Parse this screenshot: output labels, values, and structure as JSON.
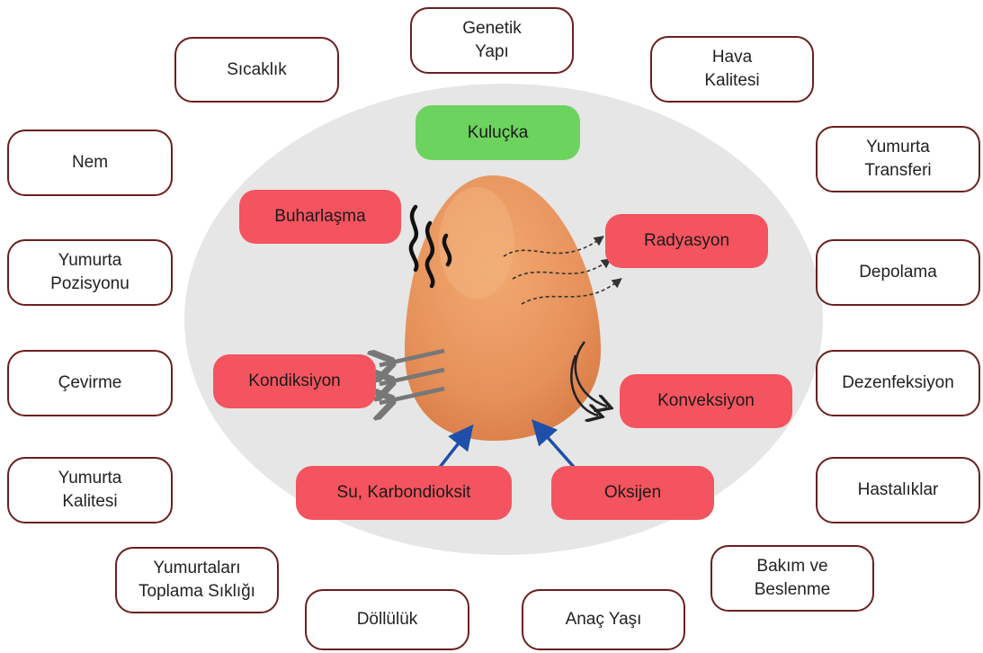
{
  "center_label": "Kuluçka",
  "processes": {
    "evaporation": "Buharlaşma",
    "radiation": "Radyasyon",
    "conduction": "Kondiksiyon",
    "convection": "Konveksiyon",
    "water_co2": "Su, Karbondioksit",
    "oxygen": "Oksijen"
  },
  "factors": {
    "genetic": "Genetik\nYapı",
    "temperature": "Sıcaklık",
    "air_quality": "Hava\nKalitesi",
    "humidity": "Nem",
    "egg_transfer": "Yumurta\nTransferi",
    "egg_position": "Yumurta\nPozisyonu",
    "storage": "Depolama",
    "turning": "Çevirme",
    "disinfection": "Dezenfeksiyon",
    "egg_quality": "Yumurta\nKalitesi",
    "diseases": "Hastalıklar",
    "collection_freq": "Yumurtaları\nToplama Sıklığı",
    "care_feeding": "Bakım ve\nBeslenme",
    "fertility": "Döllülük",
    "breeder_age": "Anaç Yaşı"
  },
  "colors": {
    "factor_border": "#6b1f1f",
    "process_fill": "#f4545f",
    "center_fill": "#6dd35f",
    "background_ellipse": "#e6e6e6",
    "egg": "#e8955a",
    "gas_arrow": "#1f4fa8"
  }
}
